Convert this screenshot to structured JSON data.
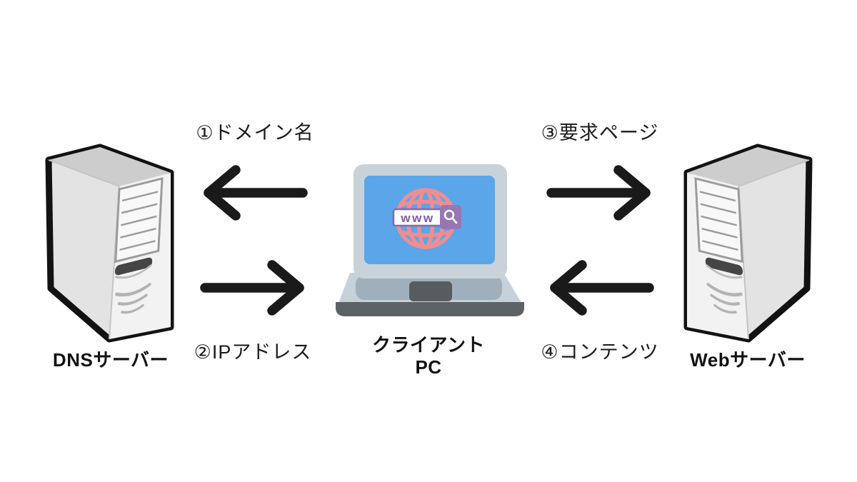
{
  "diagram": {
    "description_semantics": "DNS and Web server request flow around a client PC",
    "nodes": {
      "dns_server": {
        "label": "DNSサーバー"
      },
      "client_pc": {
        "label_line1": "クライアント",
        "label_line2": "PC",
        "screen_search_text": "www"
      },
      "web_server": {
        "label": "Webサーバー"
      }
    },
    "flows": [
      {
        "id": "domain-name",
        "label": "①ドメイン名",
        "from": "client_pc",
        "to": "dns_server",
        "direction": "left"
      },
      {
        "id": "ip-address",
        "label": "②IPアドレス",
        "from": "dns_server",
        "to": "client_pc",
        "direction": "right"
      },
      {
        "id": "request-page",
        "label": "③要求ページ",
        "from": "client_pc",
        "to": "web_server",
        "direction": "right"
      },
      {
        "id": "content",
        "label": "④コンテンツ",
        "from": "web_server",
        "to": "client_pc",
        "direction": "left"
      }
    ],
    "colors": {
      "background": "#ffffff",
      "arrow": "#1a1a1a",
      "text": "#1a1a1a",
      "server_outline": "#121212",
      "server_side": "#e3e3e3",
      "server_top": "#cdcdcd",
      "server_front": "#f2f2f2",
      "laptop_body": "#c9d2d9",
      "laptop_screen_blue": "#5aa6e8",
      "laptop_keyboard": "#9fb0bc",
      "laptop_trackpad": "#575d5f",
      "globe_pink": "#ee8d92",
      "search_purple": "#8a68a8",
      "search_button_purple": "#9677b4"
    }
  }
}
